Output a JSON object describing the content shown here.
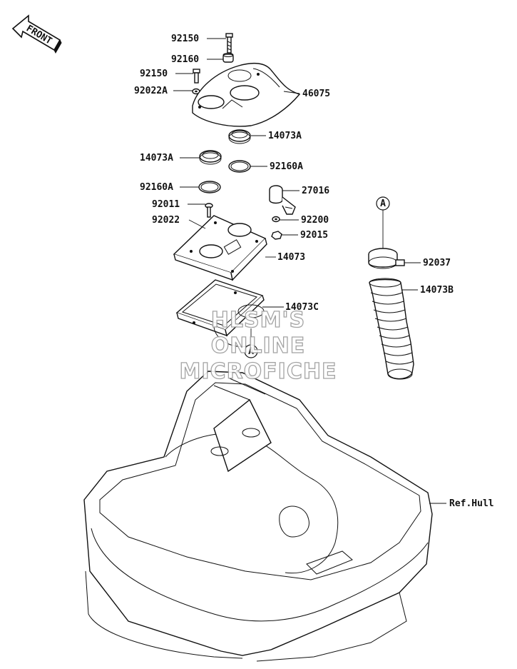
{
  "front_arrow": {
    "text": "FRONT"
  },
  "callouts": [
    {
      "id": "92150-top",
      "text": "92150"
    },
    {
      "id": "92160",
      "text": "92160"
    },
    {
      "id": "92150-mid",
      "text": "92150"
    },
    {
      "id": "92022A",
      "text": "92022A"
    },
    {
      "id": "46075",
      "text": "46075"
    },
    {
      "id": "14073A-right",
      "text": "14073A"
    },
    {
      "id": "14073A-left",
      "text": "14073A"
    },
    {
      "id": "92160A-right",
      "text": "92160A"
    },
    {
      "id": "92160A-left",
      "text": "92160A"
    },
    {
      "id": "27016",
      "text": "27016"
    },
    {
      "id": "92011",
      "text": "92011"
    },
    {
      "id": "92200",
      "text": "92200"
    },
    {
      "id": "92022",
      "text": "92022"
    },
    {
      "id": "92015",
      "text": "92015"
    },
    {
      "id": "14073",
      "text": "14073"
    },
    {
      "id": "92037",
      "text": "92037"
    },
    {
      "id": "14073B",
      "text": "14073B"
    },
    {
      "id": "14073C",
      "text": "14073C"
    },
    {
      "id": "ref-hull",
      "text": "Ref.Hull"
    }
  ],
  "connectors": [
    {
      "id": "A-hose",
      "text": "A"
    },
    {
      "id": "A-case",
      "text": "A"
    }
  ],
  "watermark": {
    "line1": "HLSM'S",
    "line2": "ONLINE",
    "line3": "MICROFICHE"
  }
}
